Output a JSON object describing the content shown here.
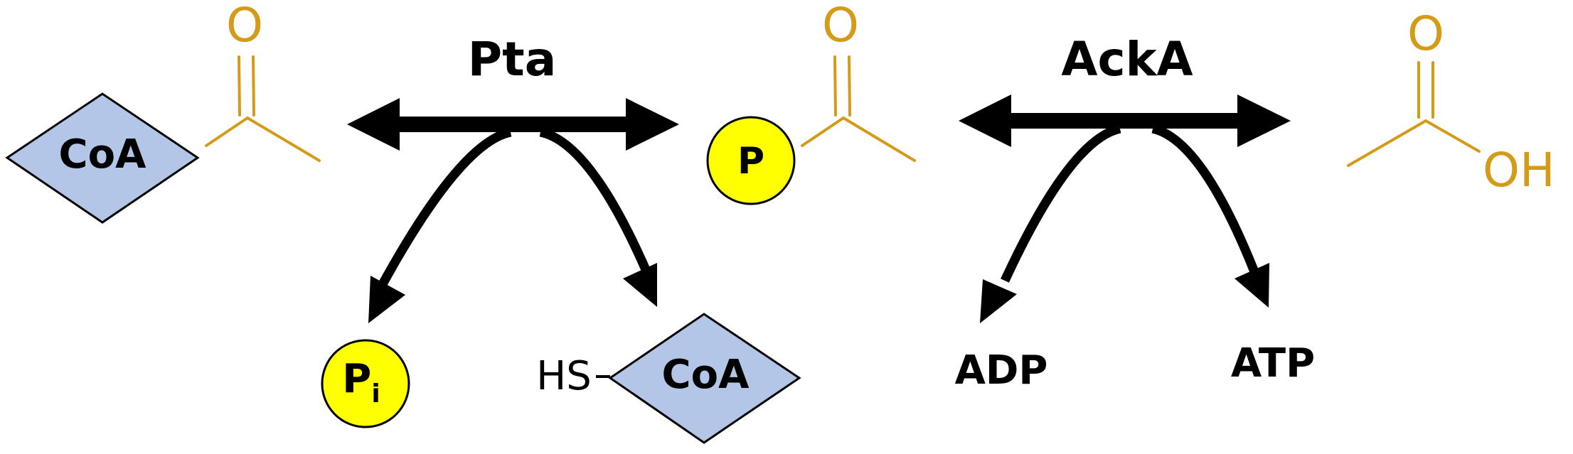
{
  "colors": {
    "molecule": "#D39B18",
    "coa_fill": "#B4C6E7",
    "phosphate_fill": "#FFFF00",
    "outline": "#000000",
    "arrow": "#000000"
  },
  "enzymes": {
    "pta": "Pta",
    "acka": "AckA"
  },
  "acetyl_coa": {
    "coa_label": "CoA",
    "oxygen": "O"
  },
  "acetyl_phosphate": {
    "phosphate_label": "P",
    "oxygen": "O"
  },
  "acetate": {
    "oxygen": "O",
    "hydroxyl": "OH"
  },
  "pta_cosubstrate": {
    "label": "P",
    "subscript": "i"
  },
  "pta_product": {
    "hs_label": "HS",
    "coa_label": "CoA"
  },
  "acka_cosubstrate": "ADP",
  "acka_product": "ATP"
}
